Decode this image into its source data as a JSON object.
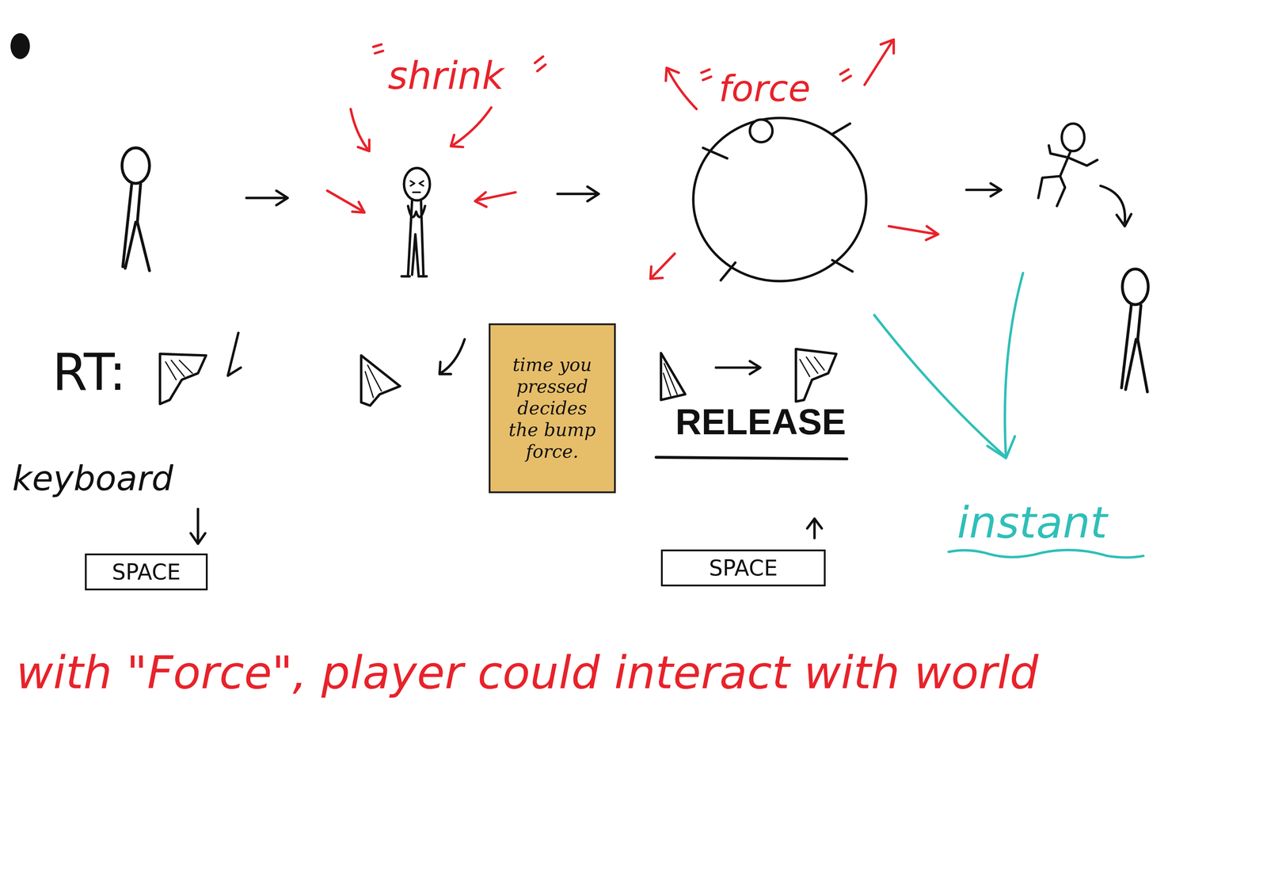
{
  "diagram": {
    "caption": "with \"Force\", player could interact with world",
    "nodes": [
      {
        "text": [
          "SPACE"
        ]
      },
      {
        "text": [
          "time you pressed decides the bump force."
        ]
      },
      {
        "text": [
          "SPACE"
        ]
      }
    ],
    "labels": [
      "shrink",
      "force",
      "RT:",
      "keyboard",
      "RELEASE",
      "instant"
    ]
  }
}
